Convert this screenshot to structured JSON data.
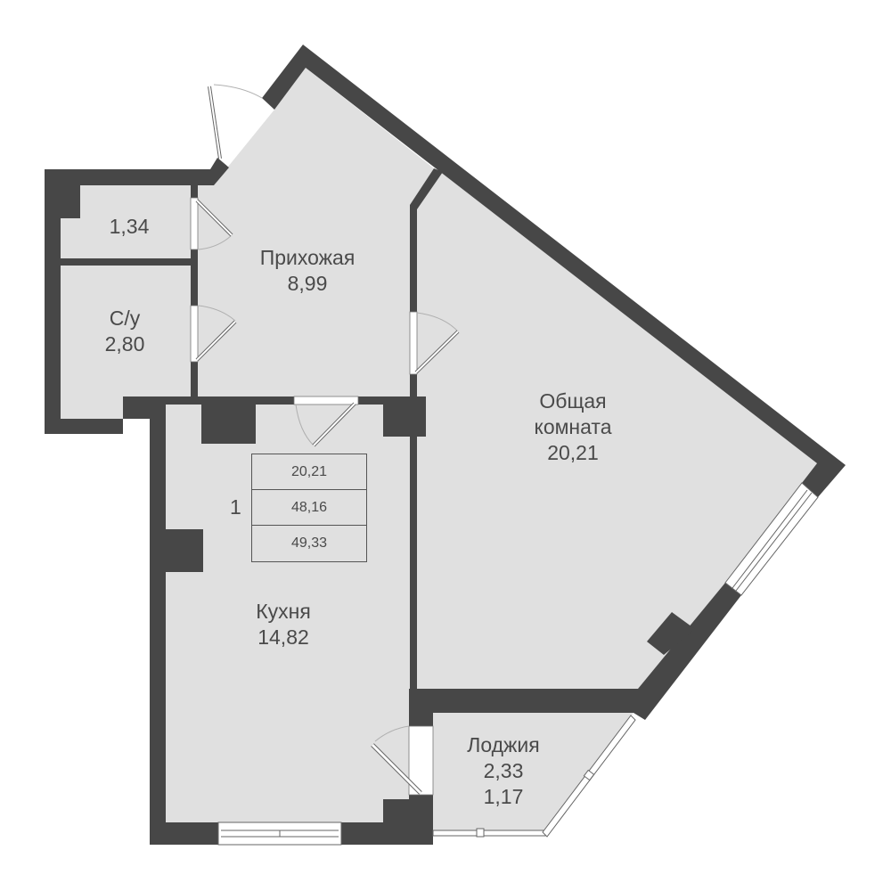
{
  "colors": {
    "wall": "#474747",
    "floor": "#e0e0e0",
    "background": "#ffffff",
    "text": "#4a4a4a",
    "opening": "#ffffff",
    "door_arc": "#b0b0b0"
  },
  "rooms": {
    "storage": {
      "name": "",
      "area": "1,34"
    },
    "wc": {
      "name": "С/у",
      "area": "2,80"
    },
    "hallway": {
      "name": "Прихожая",
      "area": "8,99"
    },
    "living": {
      "name_line1": "Общая",
      "name_line2": "комната",
      "area": "20,21"
    },
    "kitchen": {
      "name": "Кухня",
      "area": "14,82"
    },
    "loggia": {
      "name": "Лоджия",
      "area": "2,33",
      "area_reduced": "1,17"
    }
  },
  "summary": {
    "rooms_count": "1",
    "living_area": "20,21",
    "total_area": "48,16",
    "total_area_with_loggia": "49,33"
  }
}
